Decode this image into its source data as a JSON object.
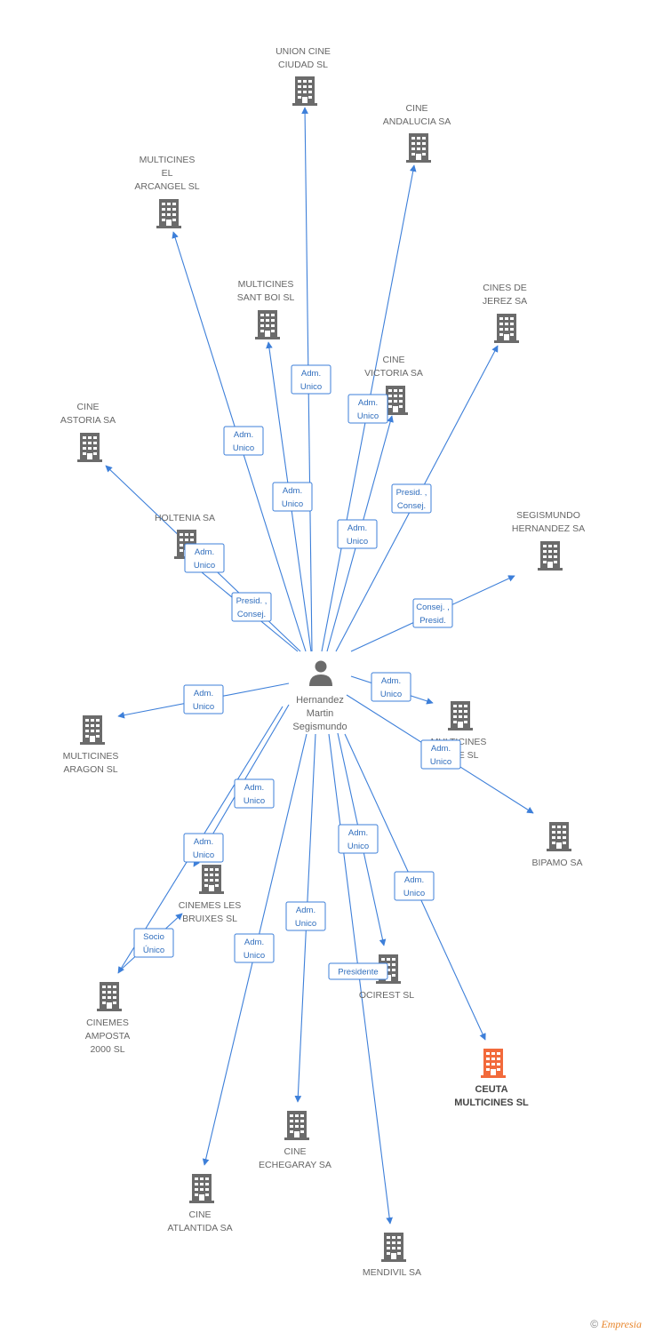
{
  "colors": {
    "edge": "#3d7fd9",
    "node": "#6b6b6b",
    "highlight": "#f26a3b",
    "edge_label_border": "#3d7fd9"
  },
  "center": {
    "name_lines": [
      "Hernandez",
      "Martin",
      "Segismundo"
    ],
    "icon": "person-icon"
  },
  "companies": [
    {
      "id": "union-cine-ciudad",
      "lines": [
        "UNION CINE",
        "CIUDAD SL"
      ]
    },
    {
      "id": "cine-andalucia",
      "lines": [
        "CINE",
        "ANDALUCIA SA"
      ]
    },
    {
      "id": "multicines-el-arcangel",
      "lines": [
        "MULTICINES",
        "EL",
        "ARCANGEL SL"
      ]
    },
    {
      "id": "multicines-sant-boi",
      "lines": [
        "MULTICINES",
        "SANT BOI SL"
      ]
    },
    {
      "id": "cines-de-jerez",
      "lines": [
        "CINES DE",
        "JEREZ SA"
      ]
    },
    {
      "id": "cine-victoria",
      "lines": [
        "CINE",
        "VICTORIA SA"
      ]
    },
    {
      "id": "cine-astoria",
      "lines": [
        "CINE",
        "ASTORIA SA"
      ]
    },
    {
      "id": "holtenia",
      "lines": [
        "HOLTENIA SA"
      ]
    },
    {
      "id": "segismundo-hernandez",
      "lines": [
        "SEGISMUNDO",
        "HERNANDEZ SA"
      ]
    },
    {
      "id": "multicines-aragon",
      "lines": [
        "MULTICINES",
        "ARAGON SL"
      ]
    },
    {
      "id": "multicines-ste",
      "lines": [
        "MULTICINES",
        "...STE SL"
      ]
    },
    {
      "id": "bipamo",
      "lines": [
        "BIPAMO SA"
      ]
    },
    {
      "id": "cinemes-les-bruixes",
      "lines": [
        "CINEMES LES",
        "BRUIXES SL"
      ]
    },
    {
      "id": "cinemes-amposta-2000",
      "lines": [
        "CINEMES",
        "AMPOSTA",
        "2000 SL"
      ]
    },
    {
      "id": "ocirest",
      "lines": [
        "OCIREST SL"
      ]
    },
    {
      "id": "ceuta-multicines",
      "lines": [
        "CEUTA",
        "MULTICINES SL"
      ],
      "highlight": true
    },
    {
      "id": "cine-echegaray",
      "lines": [
        "CINE",
        "ECHEGARAY SA"
      ]
    },
    {
      "id": "cine-atlantida",
      "lines": [
        "CINE",
        "ATLANTIDA SA"
      ]
    },
    {
      "id": "mendivil",
      "lines": [
        "MENDIVIL SA"
      ]
    }
  ],
  "relations": [
    {
      "to": "union-cine-ciudad",
      "label": [
        "Adm.",
        "Unico"
      ]
    },
    {
      "to": "cine-andalucia",
      "label": [
        "Adm.",
        "Unico"
      ]
    },
    {
      "to": "multicines-el-arcangel",
      "label": [
        "Adm.",
        "Unico"
      ]
    },
    {
      "to": "multicines-sant-boi",
      "label": [
        "Adm.",
        "Unico"
      ]
    },
    {
      "to": "cines-de-jerez",
      "label": [
        "Presid. ,",
        "Consej."
      ]
    },
    {
      "to": "cine-victoria",
      "label": [
        "Adm.",
        "Unico"
      ]
    },
    {
      "to": "cine-astoria",
      "label": [
        "Adm.",
        "Unico"
      ]
    },
    {
      "to": "holtenia",
      "label": [
        "Presid. ,",
        "Consej."
      ]
    },
    {
      "to": "segismundo-hernandez",
      "label": [
        "Consej. ,",
        "Presid."
      ]
    },
    {
      "to": "multicines-aragon",
      "label": [
        "Adm.",
        "Unico"
      ]
    },
    {
      "to": "multicines-ste",
      "label": [
        "Adm.",
        "Unico"
      ]
    },
    {
      "to": "bipamo",
      "label": [
        "Adm.",
        "Unico"
      ]
    },
    {
      "to": "cinemes-les-bruixes",
      "label": [
        "Adm.",
        "Unico"
      ]
    },
    {
      "to": "cinemes-amposta-2000",
      "label": [
        "Adm.",
        "Unico"
      ]
    },
    {
      "from": "cinemes-amposta-2000",
      "to": "cinemes-les-bruixes",
      "label": [
        "Socio",
        "Único"
      ]
    },
    {
      "to": "ocirest",
      "label": [
        "Adm.",
        "Unico"
      ]
    },
    {
      "to": "ceuta-multicines",
      "label": [
        "Adm.",
        "Unico"
      ]
    },
    {
      "to": "cine-echegaray",
      "label": [
        "Adm.",
        "Unico"
      ]
    },
    {
      "to": "cine-atlantida",
      "label": [
        "Adm.",
        "Unico"
      ]
    },
    {
      "to": "mendivil",
      "label": [
        "Presidente"
      ]
    }
  ],
  "footer": {
    "copyright": "©",
    "brand": "Empresia"
  }
}
